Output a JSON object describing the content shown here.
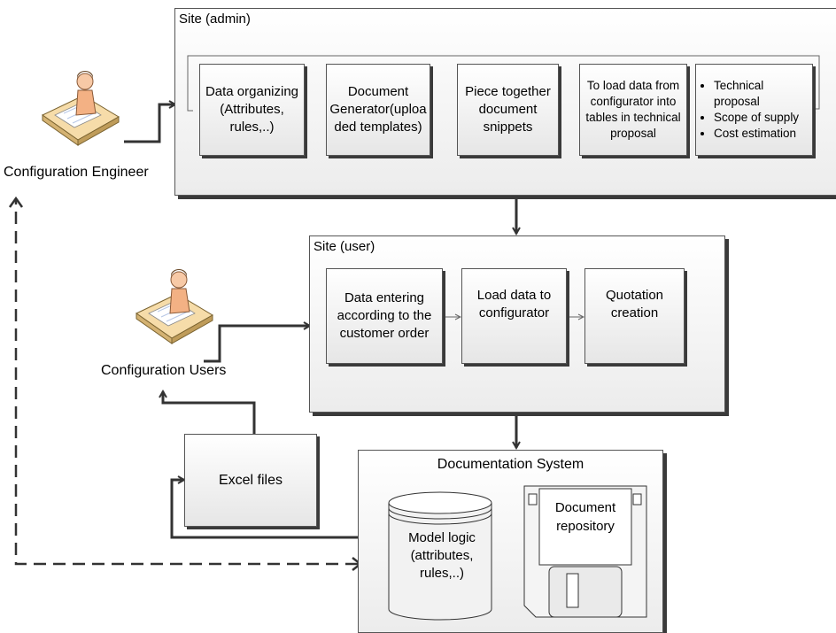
{
  "admin_site": {
    "title": "Site (admin)",
    "steps": [
      "Data organizing (Attributes, rules,..)",
      "Document Generator(uploa ded templates)",
      "Piece together document snippets",
      "To load data from configurator into tables in technical proposal"
    ],
    "outputs": [
      "Technical proposal",
      "Scope of supply",
      "Cost estimation"
    ]
  },
  "user_site": {
    "title": "Site (user)",
    "steps": [
      "Data entering according to the customer order",
      "Load data to configurator",
      "Quotation creation"
    ]
  },
  "actors": {
    "engineer": "Configuration Engineer",
    "users": "Configuration Users"
  },
  "excel": {
    "label": "Excel files"
  },
  "documentation": {
    "title": "Documentation System",
    "model_logic": "Model logic (attributes, rules,..)",
    "repository": "Document repository"
  }
}
